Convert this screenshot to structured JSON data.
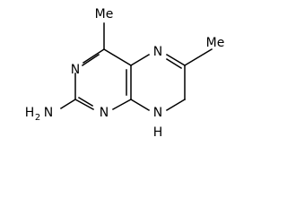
{
  "molecule": {
    "methyl_top": "Me",
    "methyl_right": "Me",
    "n_top_right": "N",
    "n_left": "N",
    "n_bottom": "N",
    "amine_label": "H",
    "amine_sub": "2",
    "amine_n": "N",
    "nh_n": "N",
    "nh_h": "H"
  }
}
